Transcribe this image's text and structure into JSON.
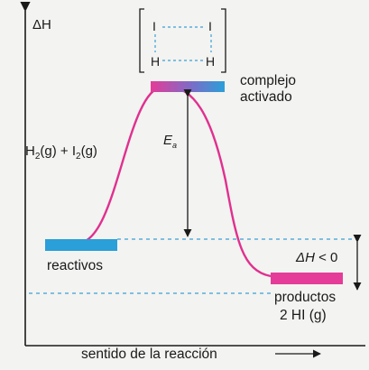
{
  "axes": {
    "y_label": "ΔH",
    "x_label": "sentido de la reacción"
  },
  "transition_state": {
    "atom_top_left": "I",
    "atom_top_right": "I",
    "atom_bottom_left": "H",
    "atom_bottom_right": "H",
    "label_line1": "complejo",
    "label_line2": "activado"
  },
  "reactants": {
    "label": "reactivos",
    "formula_h2": "H",
    "formula_h2_sub": "2",
    "formula_h2_state": "(g) + I",
    "formula_i2_sub": "2",
    "formula_i2_state": "(g)"
  },
  "activation_energy": {
    "symbol": "E",
    "subscript": "a"
  },
  "products": {
    "label": "productos",
    "formula": "2 HI (g)"
  },
  "enthalpy_change": {
    "symbol": "ΔH",
    "relation": "< 0"
  },
  "colors": {
    "curve": "#e0308f",
    "reactant_bar": "#2a9fd8",
    "product_bar": "#e43c98",
    "top_bar_left": "#e43c98",
    "top_bar_right": "#2a9fd8",
    "dashed": "#3aa0d6"
  }
}
